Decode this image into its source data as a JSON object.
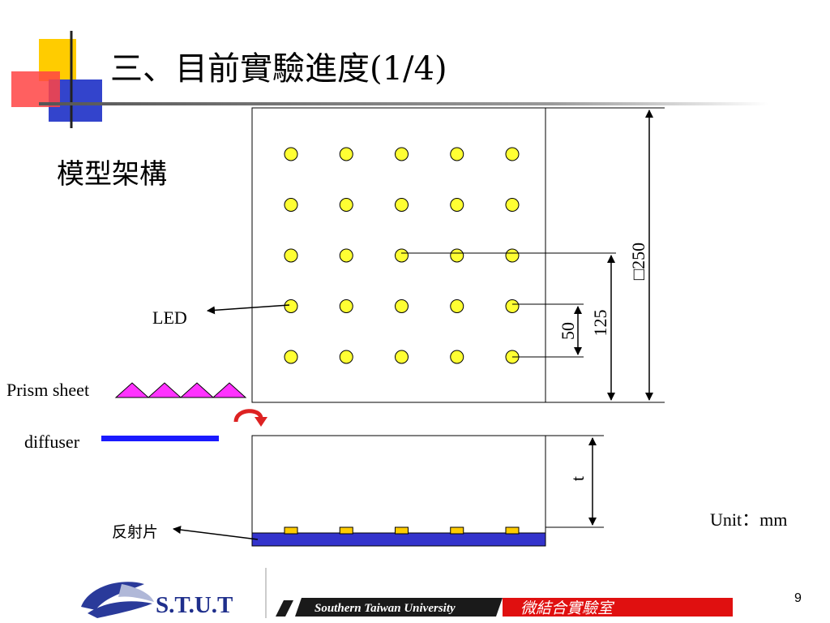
{
  "slide": {
    "title": "三、目前實驗進度(1/4)",
    "subtitle": "模型架構",
    "page_number": "9",
    "unit_label": "Unit：mm"
  },
  "diagram": {
    "labels": {
      "led": "LED",
      "prism_sheet": "Prism sheet",
      "diffuser": "diffuser",
      "reflector": "反射片"
    },
    "dimensions": {
      "pitch": "50",
      "half": "125",
      "full": "□250",
      "thickness": "t"
    },
    "led_grid": {
      "rows": 5,
      "cols": 5
    },
    "colors": {
      "led_fill": "#ffff33",
      "prism": "#ff33ff",
      "diffuser": "#1a1aff",
      "reflector": "#3333cc",
      "side_led": "#ffcc00",
      "rotate_arrow": "#dd2222"
    }
  },
  "footer": {
    "brand": "S.T.U.T",
    "university": "Southern Taiwan University",
    "lab": "微結合實驗室",
    "colors": {
      "bar_dark": "#1a1a1a",
      "bar_red": "#e01010",
      "logo_blue": "#2a3a9a"
    }
  }
}
